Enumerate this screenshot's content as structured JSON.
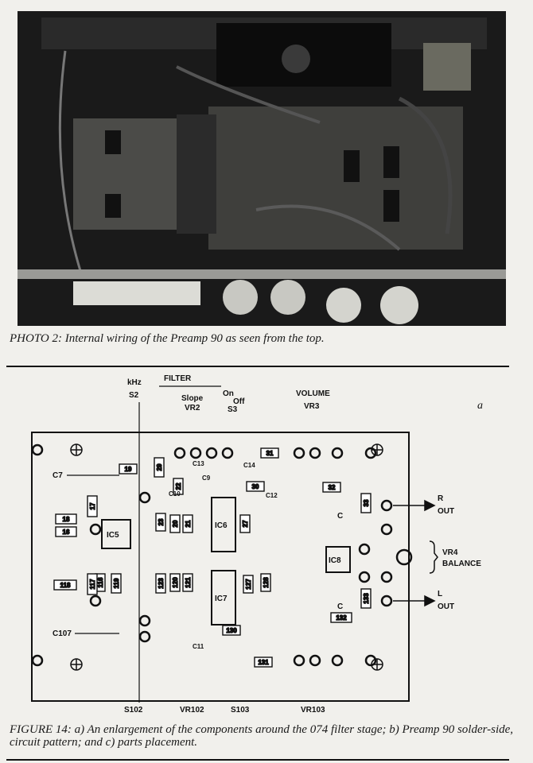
{
  "photo": {
    "caption": "PHOTO 2: Internal wiring of the Preamp 90 as seen from the top."
  },
  "figure": {
    "panel_letter": "a",
    "labels": {
      "khz": "kHz",
      "filter": "FILTER",
      "s2": "S2",
      "slope": "Slope",
      "vr2": "VR2",
      "on": "On",
      "off": "Off",
      "s3": "S3",
      "volume": "VOLUME",
      "vr3": "VR3",
      "c7": "C7",
      "c107": "C107",
      "c_top": "C",
      "c_bottom": "C",
      "r_out": "R",
      "out_r": "OUT",
      "l_out": "L",
      "out_l": "OUT",
      "vr4": "VR4",
      "balance": "BALANCE",
      "s102": "S102",
      "vr102": "VR102",
      "s103": "S103",
      "vr103": "VR103",
      "ic5": "IC5",
      "ic6": "IC6",
      "ic7": "IC7",
      "ic8": "IC8"
    },
    "resistors": [
      "19",
      "29",
      "31",
      "30",
      "32",
      "33",
      "22",
      "23",
      "20",
      "21",
      "27",
      "18",
      "16",
      "17",
      "118",
      "116",
      "117",
      "119",
      "123",
      "120",
      "121",
      "127",
      "128",
      "130",
      "131",
      "132",
      "133"
    ],
    "capacitors": [
      "C13",
      "C14",
      "C10",
      "C12",
      "C9",
      "C11"
    ],
    "caption": "FIGURE 14: a) An enlargement of the components around the 074 filter stage; b) Preamp 90 solder-side, circuit pattern; and c) parts placement."
  }
}
